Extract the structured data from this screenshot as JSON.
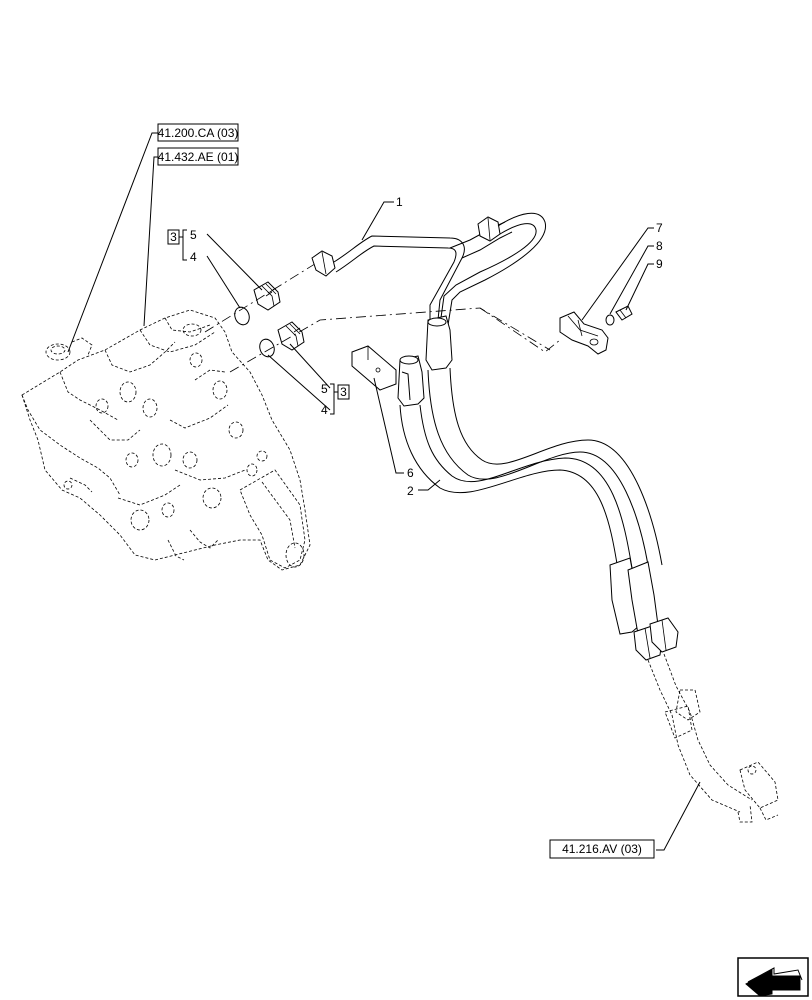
{
  "references": {
    "valve_ref_1": "41.200.CA (03)",
    "valve_ref_2": "41.432.AE (01)",
    "hose_ref": "41.216.AV (03)"
  },
  "callouts": {
    "item_1": "1",
    "item_2": "2",
    "item_3_upper": "3",
    "item_3_lower": "3",
    "item_4_upper": "4",
    "item_4_lower": "4",
    "item_5_upper": "5",
    "item_5_lower": "5",
    "item_6": "6",
    "item_7": "7",
    "item_8": "8",
    "item_9": "9"
  },
  "icons": {
    "navigation": "next-page-arrow-icon"
  }
}
